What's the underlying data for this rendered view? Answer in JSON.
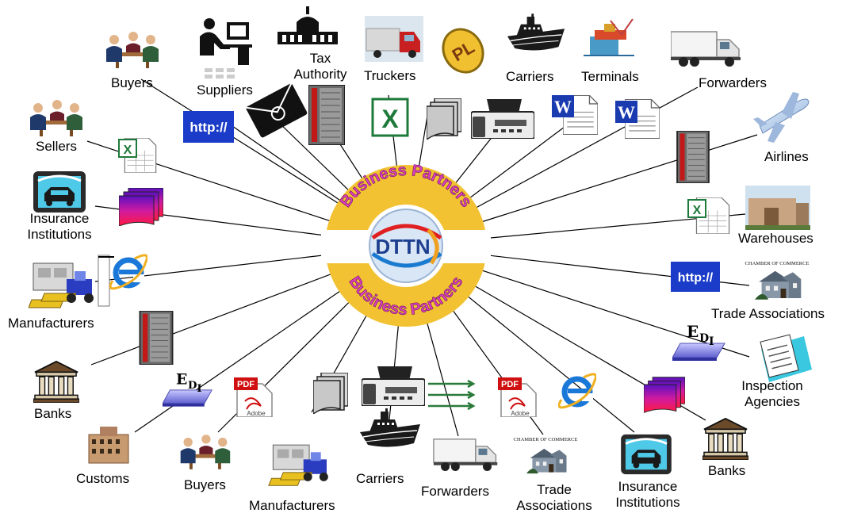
{
  "hub": {
    "name": "DTTN",
    "ring_text_top": "Business Partners",
    "ring_text_bottom": "Business Partners"
  },
  "partners": {
    "buyers_top": "Buyers",
    "suppliers": "Suppliers",
    "tax_authority": "Tax Authority",
    "truckers": "Truckers",
    "carriers_top": "Carriers",
    "terminals": "Terminals",
    "forwarders_top": "Forwarders",
    "sellers": "Sellers",
    "airlines": "Airlines",
    "insurance_left": "Insurance Institutions",
    "warehouses": "Warehouses",
    "manufacturers_left": "Manufacturers",
    "trade_assoc_right": "Trade Associations",
    "banks_left": "Banks",
    "inspection": "Inspection Agencies",
    "customs": "Customs",
    "buyers_bottom": "Buyers",
    "manufacturers_bottom": "Manufacturers",
    "carriers_bottom": "Carriers",
    "forwarders_bottom": "Forwarders",
    "trade_assoc_bottom": "Trade Associations",
    "insurance_bottom": "Insurance Institutions",
    "banks_right": "Banks"
  },
  "badges": {
    "http": "http://",
    "chamber": "CHAMBER OF COMMERCE",
    "pdf": "PDF",
    "adobe": "Adobe",
    "word": "W",
    "excel": "X",
    "edi": "EDI"
  },
  "colors": {
    "ring_yellow": "#F2C233",
    "ring_text": "#E040C0",
    "hub_blue": "#1E3F8F",
    "http_blue": "#1A3CC8",
    "pdf_red": "#D01010",
    "excel_green": "#1E7A3A",
    "word_blue": "#1A3AB0"
  }
}
